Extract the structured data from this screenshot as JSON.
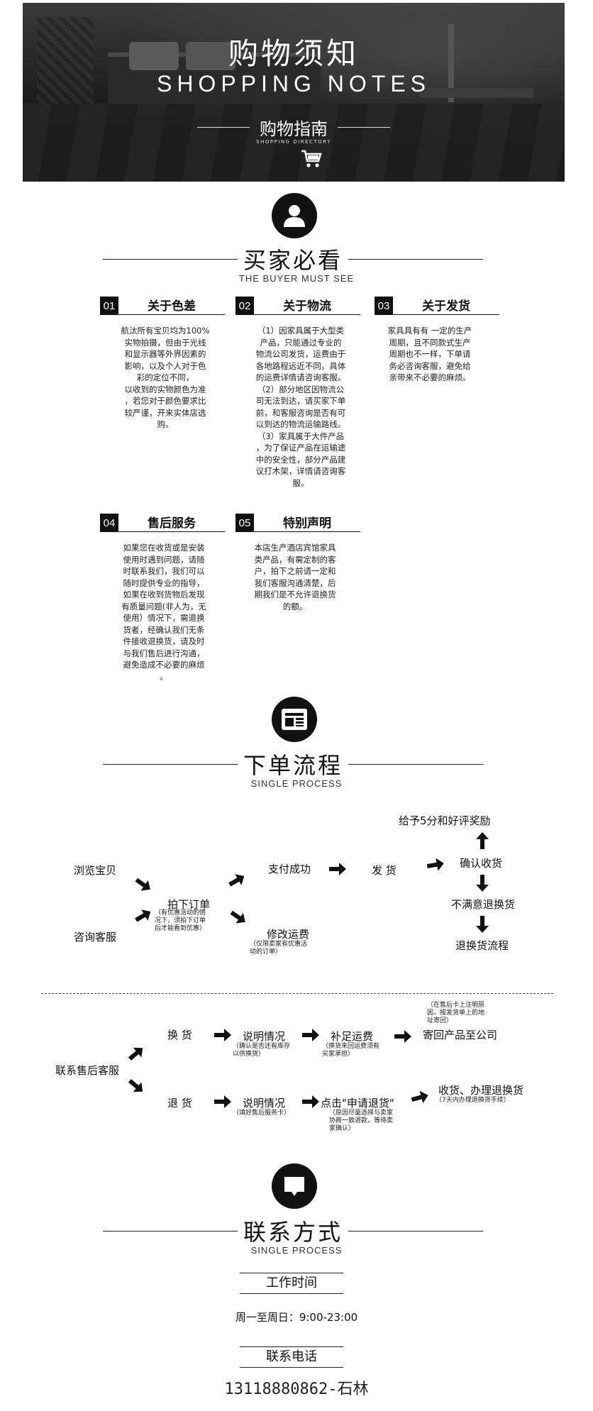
{
  "banner": {
    "title_cn": "购物须知",
    "title_en": "SHOPPING NOTES",
    "guide_cn": "购物指南",
    "guide_en": "SHOPPING DIRECTORY"
  },
  "buyer": {
    "title": "买家必看",
    "subtitle": "THE BUYER MUST SEE",
    "notes": [
      {
        "num": "01",
        "title": "关于色差",
        "body": "航汰所有宝贝均为100%\n实物拍摄，但由于光线\n和显示器等外界因素的\n影响，以及个人对于色\n彩的定位不同，\n以收到的实物颜色为准\n，若您对于颜色要求比\n较严谨，开来实体店选\n购。"
      },
      {
        "num": "02",
        "title": "关于物流",
        "body": "（1）因家具属于大型类\n产品，只能通过专业的\n物流公司发货，运费由于\n各地路程远近不同，具体\n的运费详情请咨询客服。\n（2）部分地区因物流公\n司无法到达，请买家下单\n前，和客服咨询是否有可\n以到达的物流运输路线。\n（3）家具属于大件产品\n，为了保证产品在运输途\n中的安全性，部分产品建\n议打木架，详情请咨询客\n服。"
      },
      {
        "num": "03",
        "title": "关于发货",
        "body": "家具具有有 一定的生产\n周期，且不同款式生产\n周期也不一样，下单请\n务必咨询客服，避免给\n亲带来不必要的麻烦。"
      },
      {
        "num": "04",
        "title": "售后服务",
        "body": "如果您在收货或是安装\n使用时遇到问题，请随\n时联系我们，我们可以\n随时提供专业的指导，\n如果在收到货物后发现\n有质量问题(非人为，无\n使用）情况下，需退换\n货者，经确认我们无条\n件接收退换货，请及时\n与我们售后进行沟通，\n避免造成不必要的麻烦\n。"
      },
      {
        "num": "05",
        "title": "特别声明",
        "body": "本店生产酒店宾馆家具\n类产品，有需定制的客\n户，拍下之前请一定和\n我们客服沟通清楚，后\n期我们是不允许退换货\n的额。"
      }
    ]
  },
  "order": {
    "title": "下单流程",
    "subtitle": "SINGLE PROCESS",
    "browse": "浏览宝贝",
    "consult": "咨询客服",
    "place_order": "拍下订单",
    "place_order_note": "（有优惠活动的情\n况下，须拍下订单\n后才能看到优惠）",
    "pay_success": "支付成功",
    "modify_freight": "修改运费",
    "modify_freight_note": "（仅限卖家有优惠活\n动的订单）",
    "ship": "发 货",
    "reward": "给予5分和好评奖励",
    "confirm": "确认收货",
    "unsatisfied": "不满意退换货",
    "return_flow": "退换货流程"
  },
  "aftersale": {
    "contact": "联系售后客服",
    "exchange": "换 货",
    "refund": "退 货",
    "explain1": "说明情况",
    "explain1_note": "（确认是否还有库存\n以供换货）",
    "pay_freight": "补足运费",
    "pay_freight_note": "（换货来回运费须有\n买家承担）",
    "send_back_note": "（在售后卡上注明原\n因，按发货单上的地\n址寄回）",
    "send_back": "寄回产品至公司",
    "explain2": "说明情况",
    "explain2_note": "（填好售后服务卡）",
    "apply_refund": "点击\"申请退货\"",
    "apply_refund_note": "（原因尽量选择与卖家\n协商一致退款，等待卖\n家确认）",
    "receive": "收货、办理退换货",
    "receive_note": "（7天内办理退换货手续）"
  },
  "contact": {
    "title": "联系方式",
    "subtitle": "SINGLE PROCESS",
    "hours_label": "工作时间",
    "hours": "周一至周日：9:00-23:00",
    "phone_label": "联系电话",
    "phone": "13118880862-石林"
  }
}
